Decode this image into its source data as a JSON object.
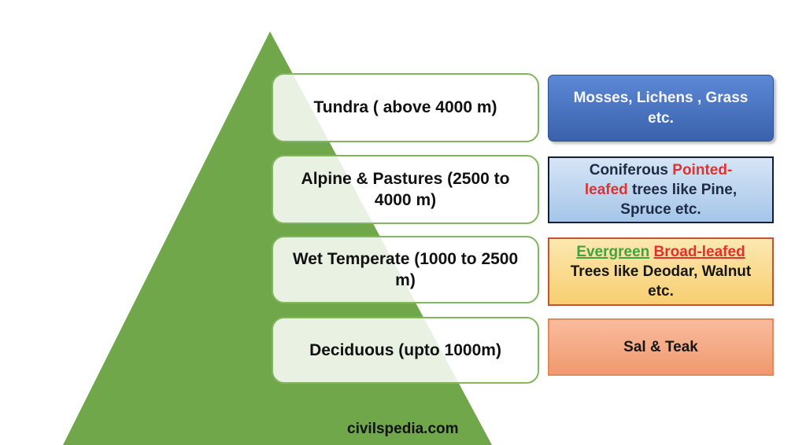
{
  "watermark": "civilspedia.com",
  "colors": {
    "pyramid-green": "#6FA74A",
    "zone-fill": "rgba(255,255,255,0.84)",
    "zone-border": "#84B55F",
    "zone-text": "#111111",
    "blue-top": "#5C88D6",
    "blue-bottom": "#3A62AC",
    "blue-border": "#2B5191",
    "blue-text": "#F6F8FC",
    "lightblue-top": "#D6E5F6",
    "lightblue-bottom": "#A5C6E8",
    "lightblue-border": "#141C38",
    "gold-top": "#FCE8B0",
    "gold-bottom": "#F8CE70",
    "gold-border": "#C3513B",
    "salmon-top": "#F9BC9E",
    "salmon-bottom": "#F0996E",
    "salmon-border": "#E18A5C",
    "red-text": "#E2302F",
    "green-text": "#3FA341",
    "navy-text": "#1F2A44",
    "dark-text": "#161616",
    "watermark-text": "#111111"
  },
  "levels": [
    {
      "zone": "Tundra ( above 4000 m)",
      "veg_lines": [
        [
          {
            "text": "Mosses, Lichens , Grass"
          }
        ],
        [
          {
            "text": "etc."
          }
        ]
      ]
    },
    {
      "zone": "Alpine & Pastures (2500 to 4000 m)",
      "veg_lines": [
        [
          {
            "text": "Coniferous "
          },
          {
            "text": "Pointed-"
          }
        ],
        [
          {
            "text": "leafed"
          },
          {
            "text": " trees like Pine,"
          }
        ],
        [
          {
            "text": "Spruce etc."
          }
        ]
      ]
    },
    {
      "zone": "Wet Temperate (1000 to 2500 m)",
      "veg_lines": [
        [
          {
            "text": "Evergreen"
          },
          {
            "text": " "
          },
          {
            "text": "Broad-leafed"
          }
        ],
        [
          {
            "text": "Trees like Deodar, Walnut"
          }
        ],
        [
          {
            "text": "etc."
          }
        ]
      ]
    },
    {
      "zone": "Deciduous  (upto 1000m)",
      "veg_lines": [
        [
          {
            "text": "Sal & Teak"
          }
        ]
      ]
    }
  ]
}
